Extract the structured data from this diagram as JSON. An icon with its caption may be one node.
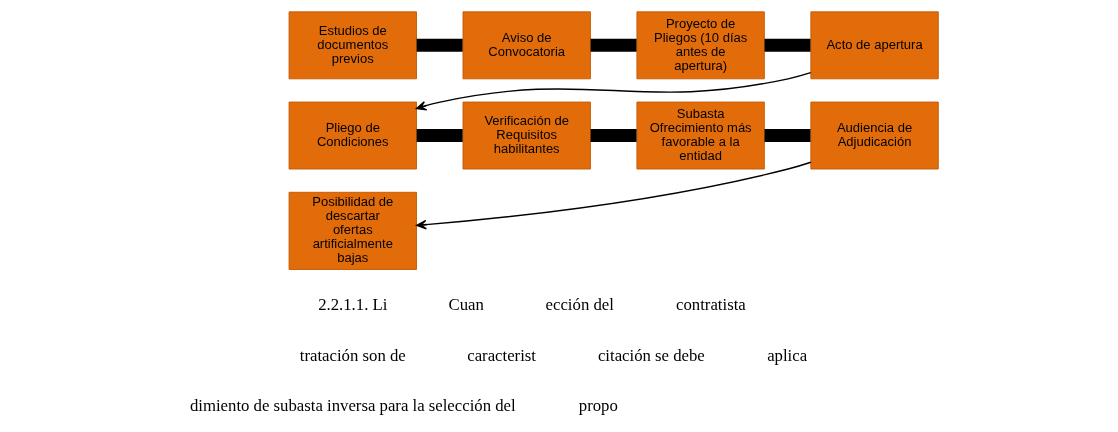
{
  "diagram": {
    "nodes": [
      {
        "text": [
          "Estudios de documentos previos"
        ]
      },
      {
        "text": [
          "Aviso de Convocatoria"
        ]
      },
      {
        "text": [
          "Proyecto de Pliegos (10 días antes de apertura)"
        ]
      },
      {
        "text": [
          "Acto de apertura"
        ]
      },
      {
        "text": [
          "Pliego de Condiciones"
        ]
      },
      {
        "text": [
          "Verificación de Requisitos habilitantes"
        ]
      },
      {
        "text": [
          "Subasta Ofrecimiento más favorable a la entidad"
        ]
      },
      {
        "text": [
          "Audiencia de Adjudicación"
        ]
      },
      {
        "text": [
          "Posibilidad de descartar ofertas artificialmente bajas"
        ]
      }
    ],
    "edges": [
      {
        "from": 0,
        "to": 1,
        "arrow": "none"
      },
      {
        "from": 1,
        "to": 2,
        "arrow": "none"
      },
      {
        "from": 2,
        "to": 3,
        "arrow": "none"
      },
      {
        "from": 3,
        "to": 4,
        "arrow": "to"
      },
      {
        "from": 4,
        "to": 5,
        "arrow": "none"
      },
      {
        "from": 5,
        "to": 6,
        "arrow": "none"
      },
      {
        "from": 6,
        "to": 7,
        "arrow": "none"
      },
      {
        "from": 7,
        "to": 8,
        "arrow": "to"
      }
    ],
    "labels": [
      "2.2.1.1. Li",
      "Cuan",
      "ección del",
      "contratista",
      "tratación son de",
      "caracterist",
      "citación se debe",
      "aplica",
      "dimiento de subasta inversa para la selección del",
      "propo"
    ]
  }
}
